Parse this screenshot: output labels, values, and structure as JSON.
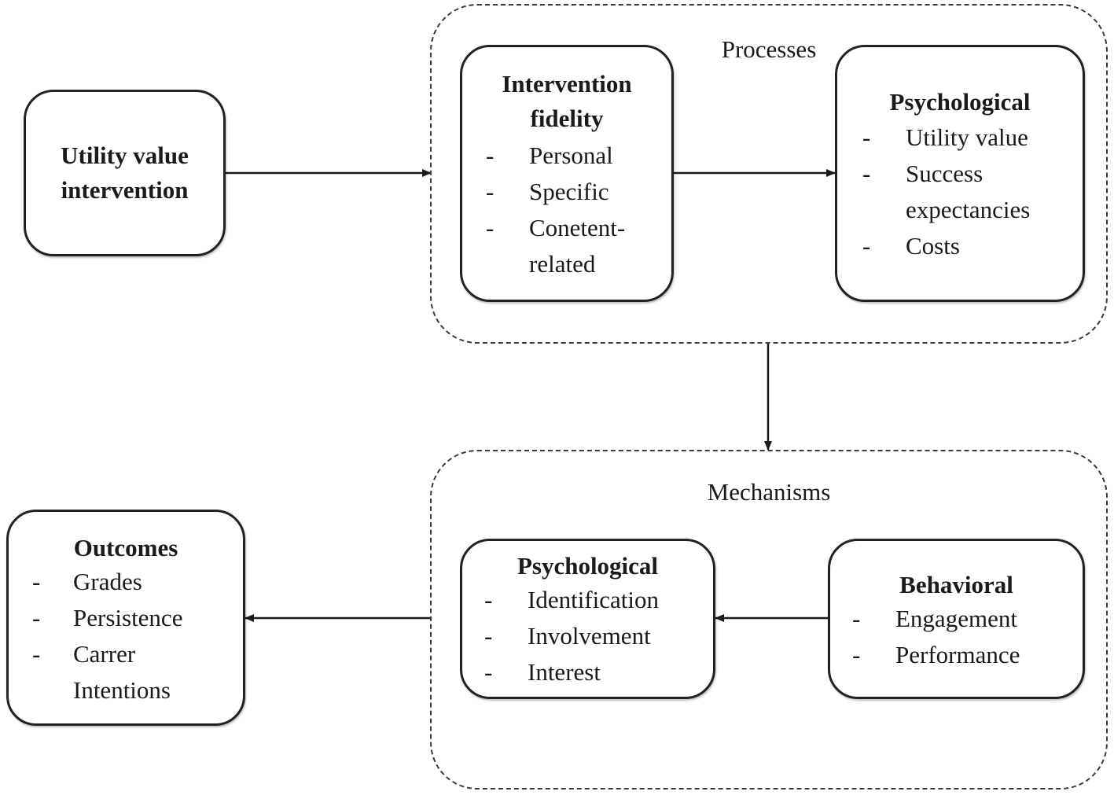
{
  "input_box": {
    "title": "Utility value intervention"
  },
  "processes": {
    "label": "Processes",
    "fidelity": {
      "title": "Intervention fidelity",
      "items": [
        "Personal",
        "Specific",
        "Conetent-related"
      ]
    },
    "psychological": {
      "title": "Psychological",
      "items": [
        "Utility value",
        "Success expectancies",
        "Costs"
      ]
    }
  },
  "mechanisms": {
    "label": "Mechanisms",
    "psychological": {
      "title": "Psychological",
      "items": [
        "Identification",
        "Involvement",
        "Interest"
      ]
    },
    "behavioral": {
      "title": "Behavioral",
      "items": [
        "Engagement",
        "Performance"
      ]
    }
  },
  "outcomes": {
    "title": "Outcomes",
    "items": [
      "Grades",
      "Persistence",
      "Carrer Intentions"
    ]
  },
  "bullet": "-"
}
